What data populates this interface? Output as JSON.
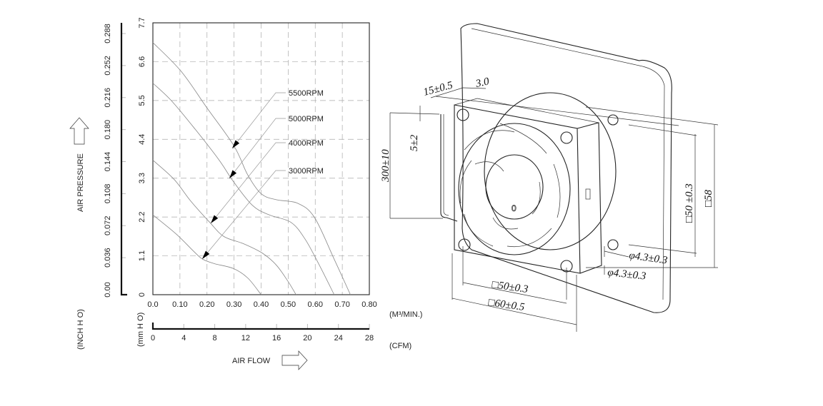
{
  "chart_data": {
    "type": "line",
    "title": "",
    "xlabel": "AIR FLOW",
    "ylabel": "AIR PRESSURE",
    "x_unit_primary": "(M³/MIN.)",
    "x_unit_secondary": "(CFM)",
    "y_unit_primary": "(mm H O)",
    "y_unit_secondary": "(INCH H O)",
    "xlim": [
      0,
      0.8
    ],
    "ylim": [
      0,
      7.7
    ],
    "grid": true,
    "x_ticks": [
      "0.0",
      "0.10",
      "0.20",
      "0.30",
      "0.40",
      "0.50",
      "0.60",
      "0.70",
      "0.80"
    ],
    "y_ticks_mm": [
      "0",
      "1.1",
      "2.2",
      "3.3",
      "4.4",
      "5.5",
      "6.6",
      "7.7"
    ],
    "y_ticks_inch": [
      "0.00",
      "0.036",
      "0.072",
      "0.108",
      "0.144",
      "0.180",
      "0.216",
      "0.252",
      "0.288"
    ],
    "cfm_ticks": [
      "0",
      "4",
      "8",
      "12",
      "16",
      "20",
      "24",
      "28"
    ],
    "series": [
      {
        "name": "5500RPM",
        "points": [
          [
            0,
            7.14
          ],
          [
            0.104,
            6.33
          ],
          [
            0.2,
            5.29
          ],
          [
            0.3,
            4.21
          ],
          [
            0.35,
            3.4
          ],
          [
            0.4,
            2.86
          ],
          [
            0.456,
            2.69
          ],
          [
            0.535,
            2.59
          ],
          [
            0.597,
            2.19
          ],
          [
            0.668,
            1.04
          ],
          [
            0.73,
            0
          ]
        ]
      },
      {
        "name": "5000RPM",
        "points": [
          [
            0,
            5.99
          ],
          [
            0.069,
            5.49
          ],
          [
            0.157,
            4.68
          ],
          [
            0.245,
            3.81
          ],
          [
            0.298,
            3.2
          ],
          [
            0.368,
            2.53
          ],
          [
            0.43,
            2.26
          ],
          [
            0.51,
            2.05
          ],
          [
            0.562,
            1.58
          ],
          [
            0.615,
            0.84
          ],
          [
            0.67,
            0
          ]
        ]
      },
      {
        "name": "4000RPM",
        "points": [
          [
            0,
            3.81
          ],
          [
            0.078,
            3.27
          ],
          [
            0.139,
            2.66
          ],
          [
            0.21,
            2.05
          ],
          [
            0.262,
            1.65
          ],
          [
            0.333,
            1.45
          ],
          [
            0.404,
            1.18
          ],
          [
            0.456,
            0.84
          ],
          [
            0.5,
            0.37
          ],
          [
            0.529,
            0
          ]
        ]
      },
      {
        "name": "3000RPM",
        "points": [
          [
            0,
            2.26
          ],
          [
            0.086,
            1.72
          ],
          [
            0.148,
            1.25
          ],
          [
            0.183,
            1.01
          ],
          [
            0.227,
            0.88
          ],
          [
            0.298,
            0.74
          ],
          [
            0.351,
            0.47
          ],
          [
            0.4,
            0
          ]
        ]
      }
    ]
  },
  "drawing": {
    "dims": {
      "lead_length": "15±0.5",
      "strip": "3.0",
      "lead_strip": "5±2",
      "lead_total": "300±10",
      "hole_pitch_side": "□50 ±0.3",
      "outer_side": "□58",
      "hole_dia_1": "φ4.3±0.3",
      "hole_dia_2": "φ4.3±0.3",
      "hole_pitch_bottom": "□50±0.3",
      "outer_bottom": "□60±0.5"
    }
  }
}
